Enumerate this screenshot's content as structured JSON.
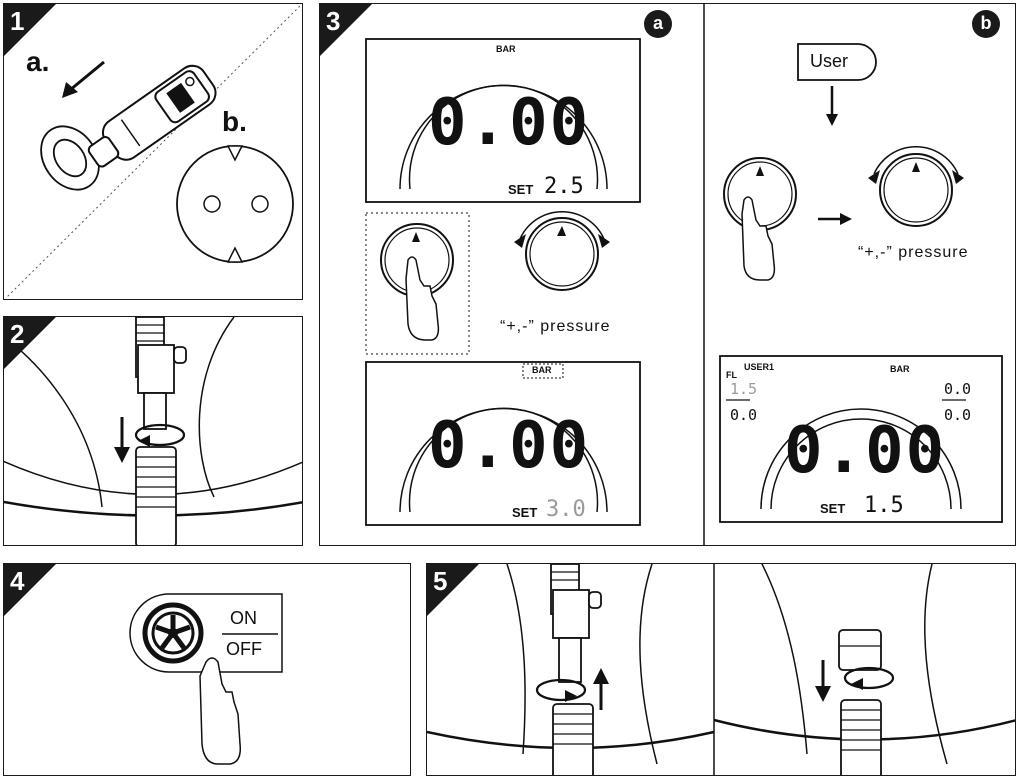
{
  "steps": {
    "s1": {
      "num": "1",
      "a": "a.",
      "b": "b."
    },
    "s2": {
      "num": "2"
    },
    "s3": {
      "num": "3",
      "a_badge": "a",
      "b_badge": "b",
      "display_top": {
        "unit": "BAR",
        "value": "0.00",
        "set_label": "SET",
        "set_value": "2.5"
      },
      "pressure_label": "“+,-” pressure",
      "display_bottom": {
        "unit": "BAR",
        "value": "0.00",
        "set_label": "SET",
        "set_value": "3.0"
      },
      "user_button": "User",
      "pressure_label_b": "“+,-” pressure",
      "display_b": {
        "fl": "FL",
        "user": "USER1",
        "unit": "BAR",
        "tl": "1.5",
        "bl": "0.0",
        "tr": "0.0",
        "br": "0.0",
        "value": "0.00",
        "set_label": "SET",
        "set_value": "1.5"
      }
    },
    "s4": {
      "num": "4",
      "on": "ON",
      "off": "OFF"
    },
    "s5": {
      "num": "5"
    }
  },
  "colors": {
    "ink": "#1a1a1a",
    "dim": "#9a9a9a"
  }
}
